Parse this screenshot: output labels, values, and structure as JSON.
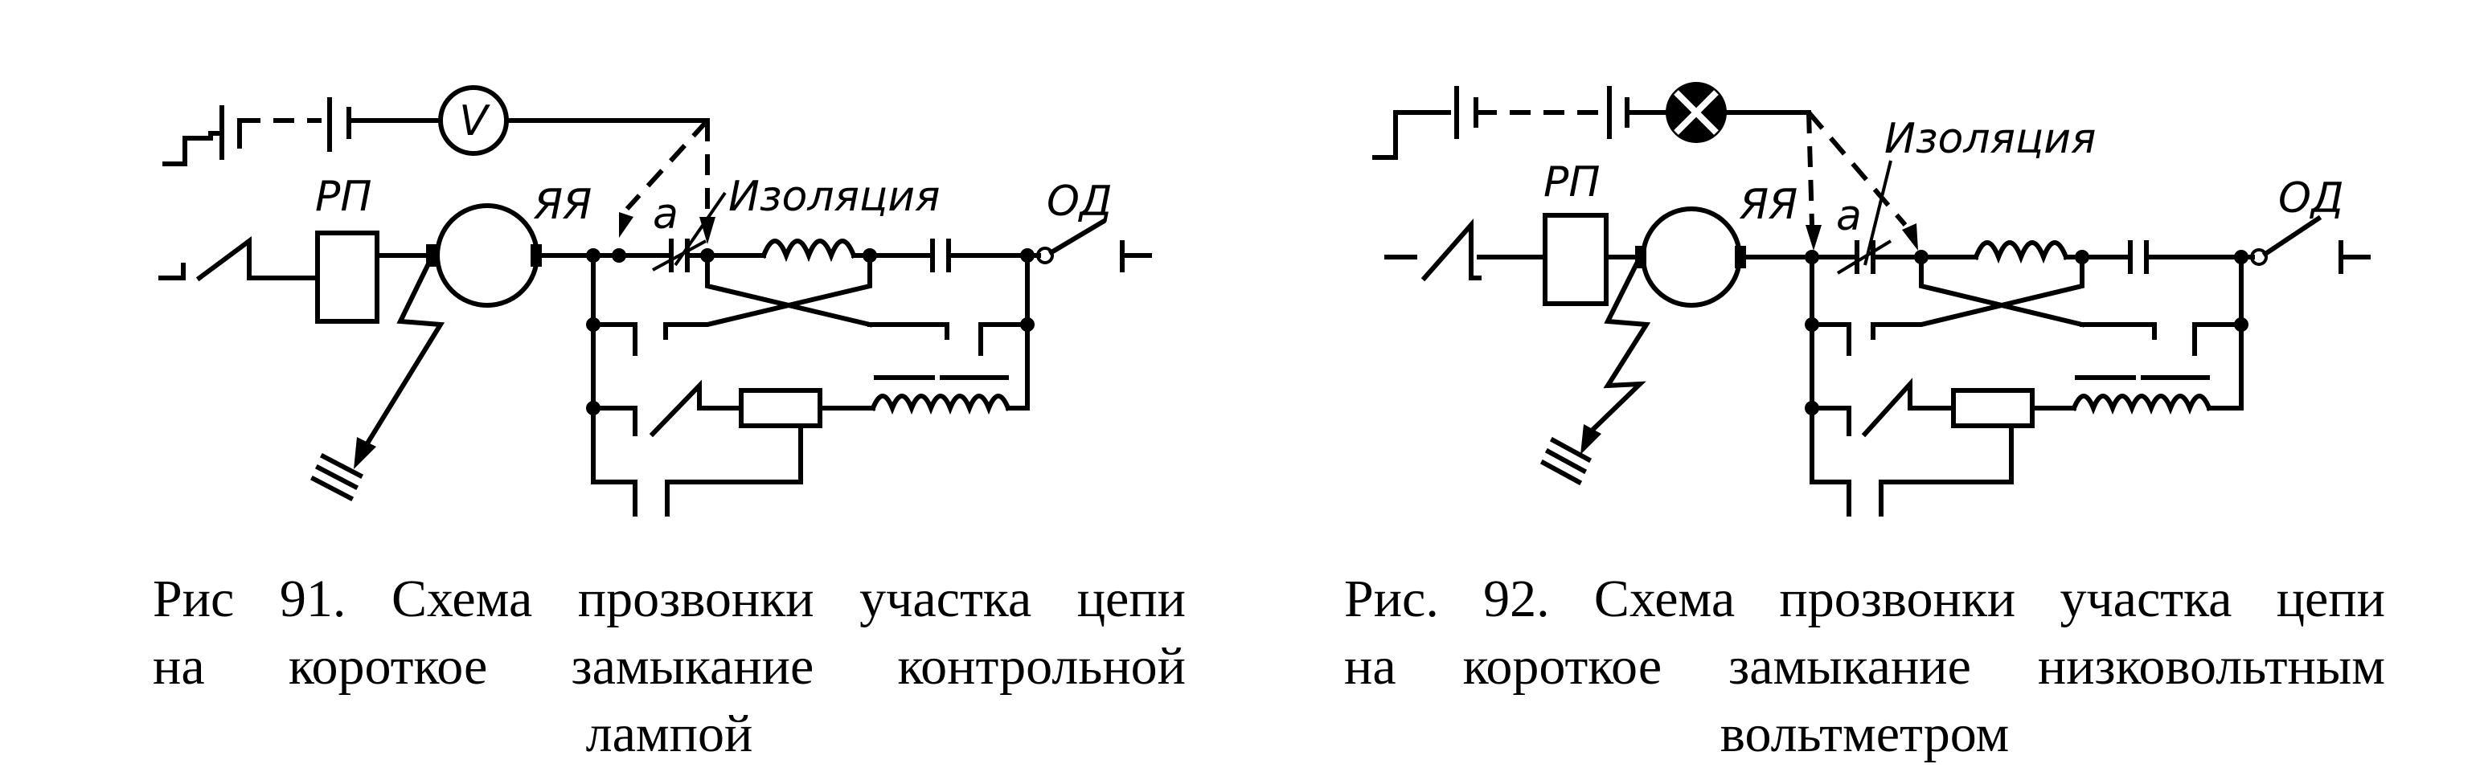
{
  "figures": [
    {
      "id": "fig91",
      "labels": {
        "relay": "РП",
        "armature": "ЯЯ",
        "point": "а",
        "insulation": "Изоляция",
        "disconnector": "ОД",
        "meter": "V"
      },
      "caption": {
        "line1": [
          "Рис",
          "91.",
          "Схема",
          "прозвонки",
          "участка",
          "цепи"
        ],
        "line2": [
          "на",
          "короткое",
          "замыкание",
          "контрольной"
        ],
        "line3": "лампой"
      }
    },
    {
      "id": "fig92",
      "labels": {
        "relay": "РП",
        "armature": "ЯЯ",
        "point": "а",
        "insulation": "Изоляция",
        "disconnector": "ОД"
      },
      "caption": {
        "line1": [
          "Рис.",
          "92.",
          "Схема",
          "прозвонки",
          "участка",
          "цепи"
        ],
        "line2": [
          "на",
          "короткое",
          "замыкание",
          "низковольтным"
        ],
        "line3": "вольтметром"
      }
    }
  ]
}
